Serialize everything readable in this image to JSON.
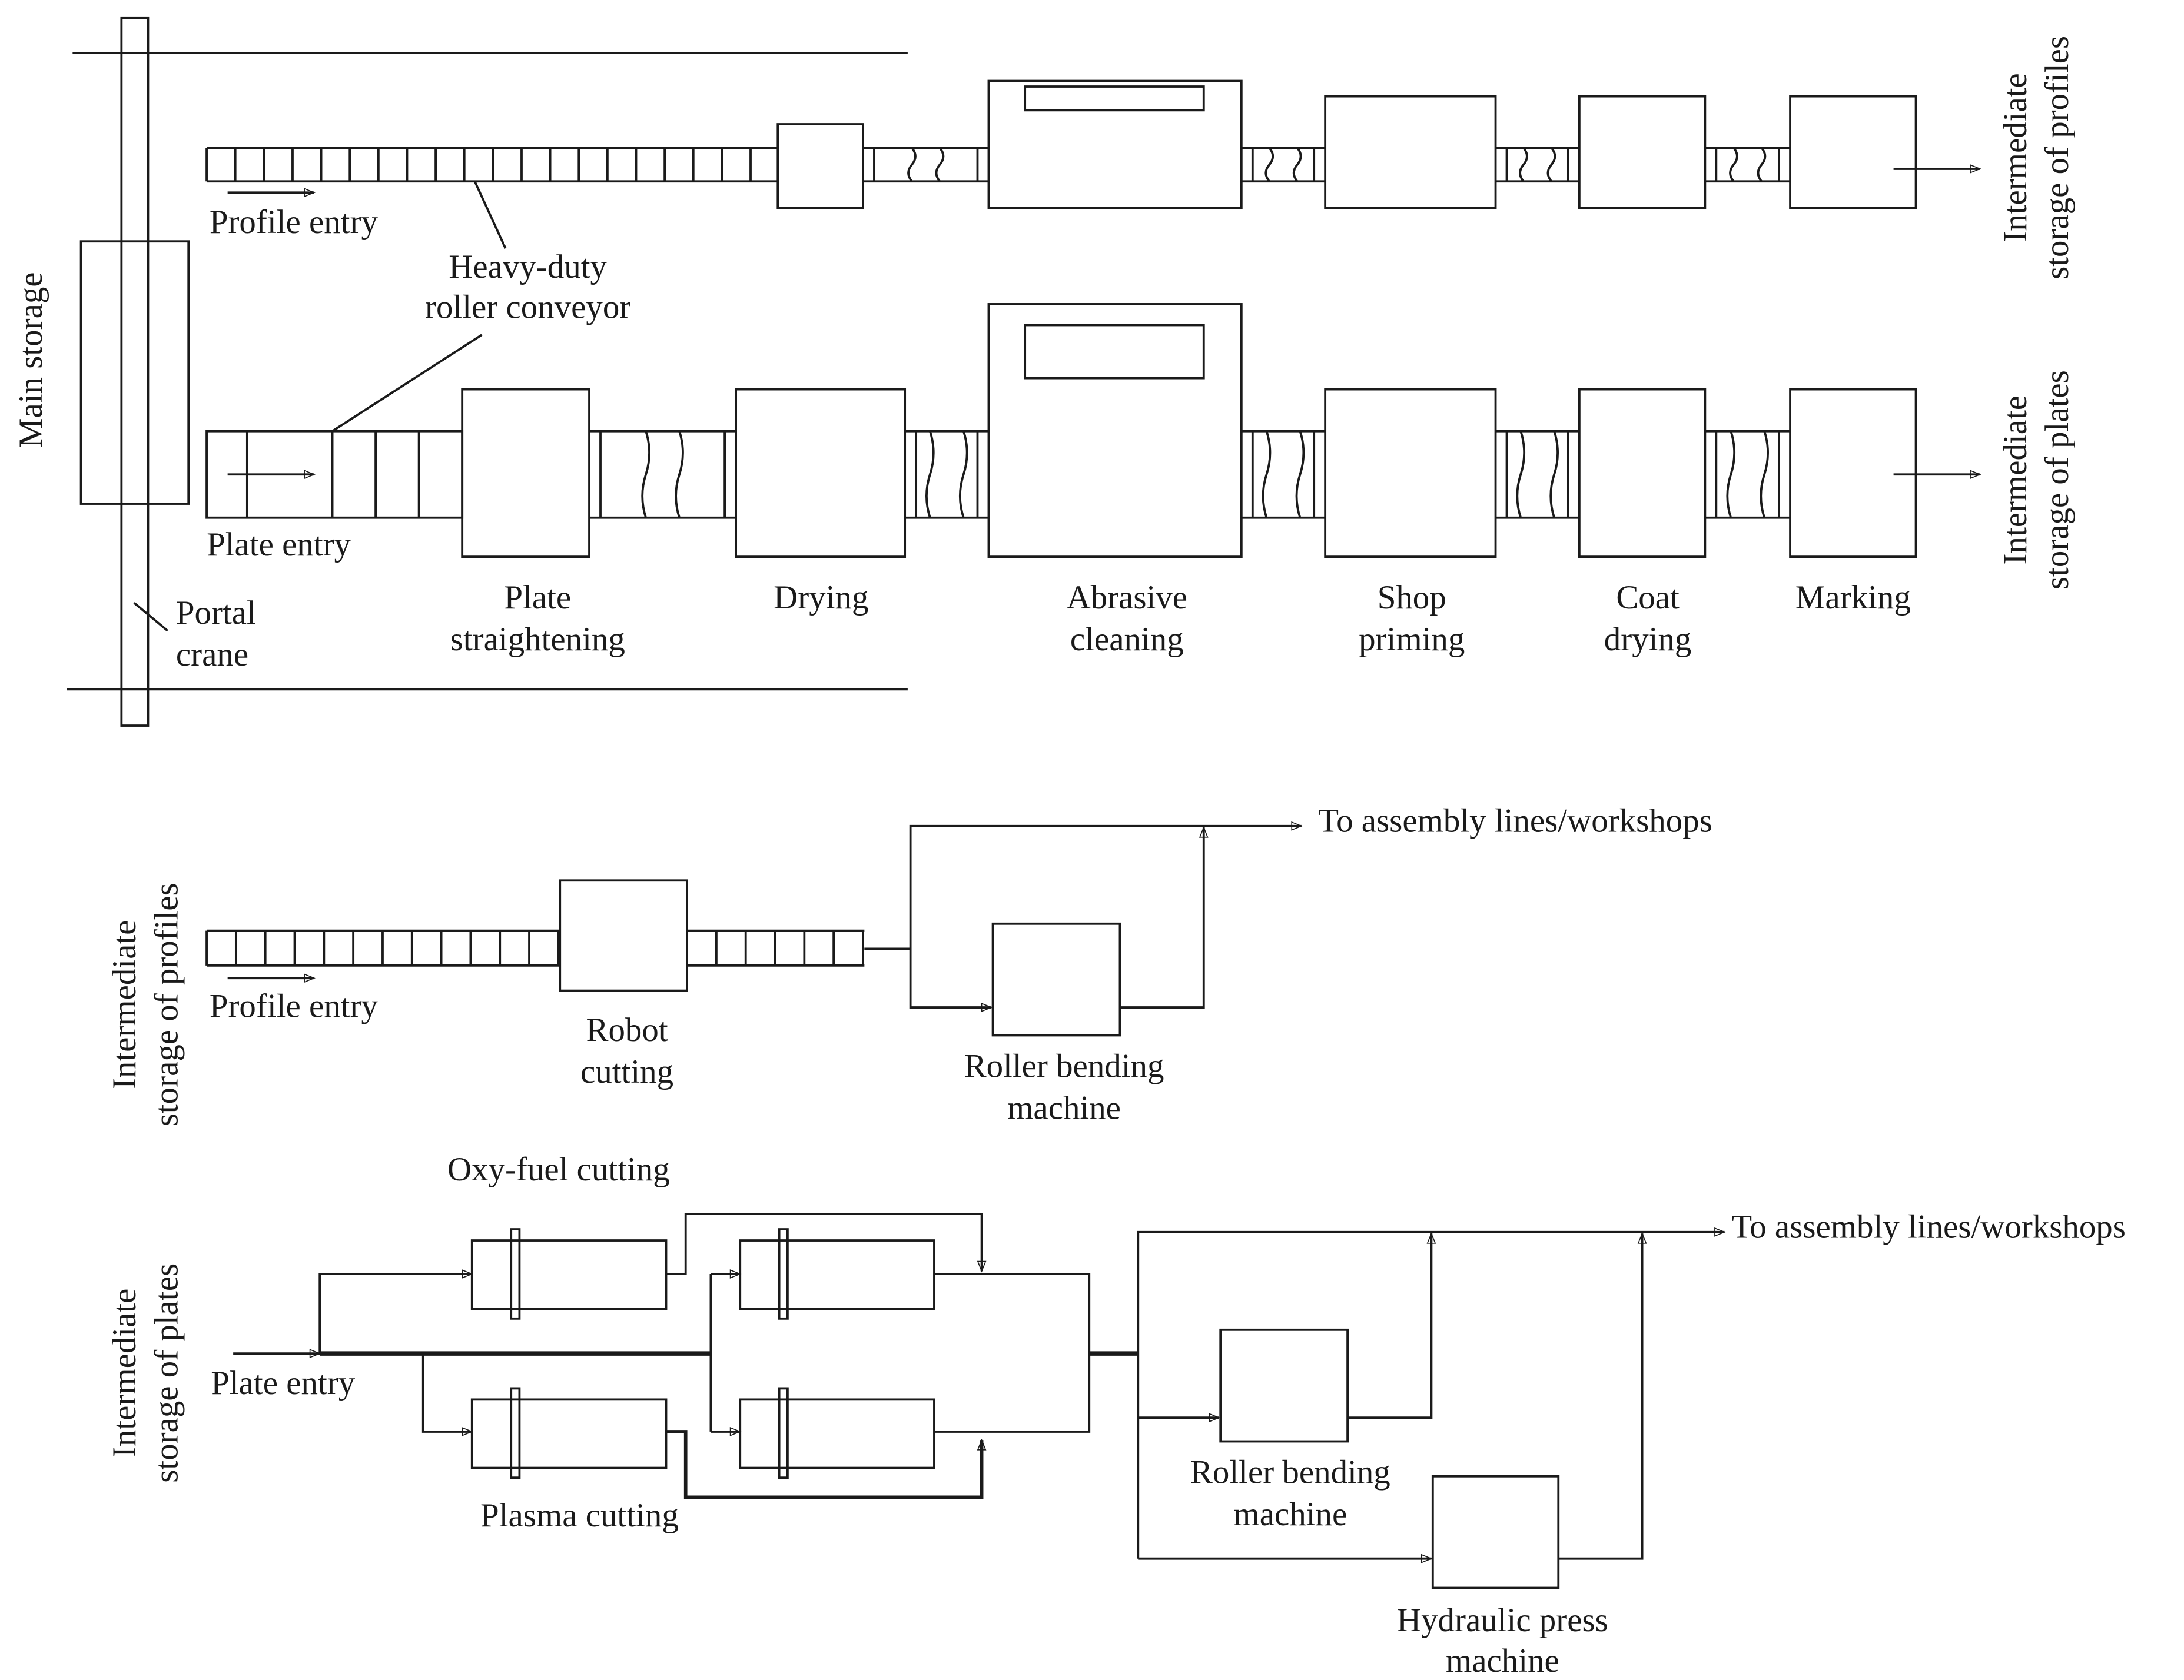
{
  "labels": {
    "main_storage": "Main storage",
    "portal_crane_1": "Portal",
    "portal_crane_2": "crane",
    "profile_entry_top": "Profile entry",
    "plate_entry_top": "Plate entry",
    "heavy_duty_1": "Heavy-duty",
    "heavy_duty_2": "roller conveyor",
    "plate_straightening_1": "Plate",
    "plate_straightening_2": "straightening",
    "drying": "Drying",
    "abrasive_1": "Abrasive",
    "abrasive_2": "cleaning",
    "shop_priming_1": "Shop",
    "shop_priming_2": "priming",
    "coat_drying_1": "Coat",
    "coat_drying_2": "drying",
    "marking": "Marking",
    "inter_profiles_right_1": "Intermediate",
    "inter_profiles_right_2": "storage of profiles",
    "inter_plates_right_1": "Intermediate",
    "inter_plates_right_2": "storage of plates",
    "inter_profiles_left_1": "Intermediate",
    "inter_profiles_left_2": "storage of profiles",
    "profile_entry_mid": "Profile entry",
    "robot_cutting_1": "Robot",
    "robot_cutting_2": "cutting",
    "roller_bending_1a": "Roller bending",
    "roller_bending_1b": "machine",
    "to_assembly_1": "To assembly lines/workshops",
    "inter_plates_left_1": "Intermediate",
    "inter_plates_left_2": "storage of plates",
    "oxy_fuel": "Oxy-fuel cutting",
    "plasma": "Plasma cutting",
    "plate_entry_bottom": "Plate entry",
    "roller_bending_2a": "Roller bending",
    "roller_bending_2b": "machine",
    "hydraulic_1": "Hydraulic press",
    "hydraulic_2": "machine",
    "to_assembly_2": "To assembly lines/workshops"
  },
  "colors": {
    "ink": "#1a1a1a",
    "background": "#ffffff"
  }
}
